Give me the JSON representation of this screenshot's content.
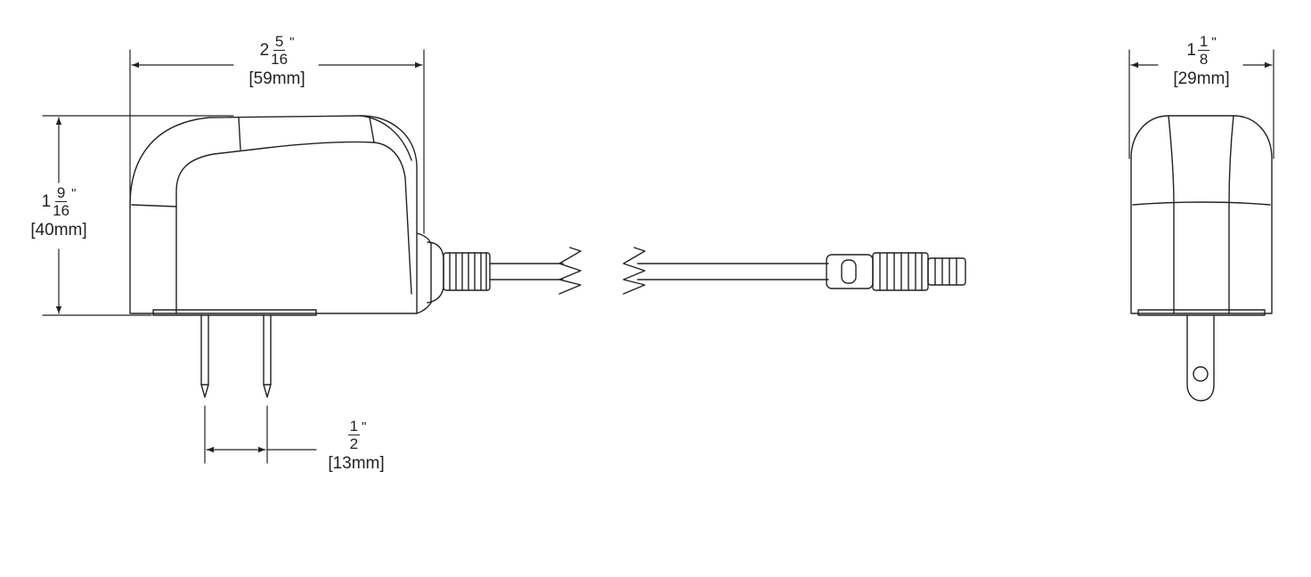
{
  "dimensions": {
    "width": {
      "whole": "2",
      "num": "5",
      "den": "16",
      "unit": "\"",
      "metric": "[59mm]"
    },
    "height": {
      "whole": "1",
      "num": "9",
      "den": "16",
      "unit": "\"",
      "metric": "[40mm]"
    },
    "pin_spacing": {
      "whole": "",
      "num": "1",
      "den": "2",
      "unit": "\"",
      "metric": "[13mm]"
    },
    "depth": {
      "whole": "1",
      "num": "1",
      "den": "8",
      "unit": "\"",
      "metric": "[29mm]"
    }
  },
  "colors": {
    "line": "#222222",
    "background": "#ffffff"
  }
}
